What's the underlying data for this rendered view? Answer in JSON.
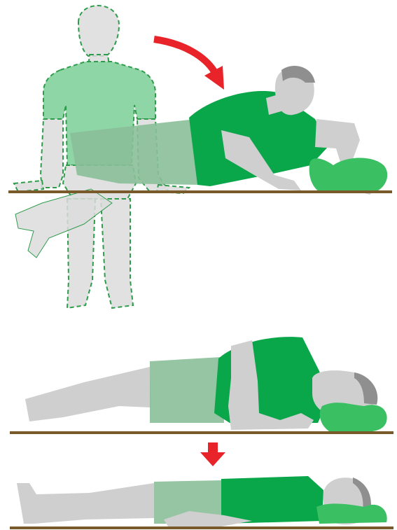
{
  "colors": {
    "background": "#ffffff",
    "skin": "#cfcfcf",
    "skin_ghost": "#dcdcdc",
    "hair": "#8f8f8f",
    "shirt": "#0aa64a",
    "shirt_ghost": "#8fd6a6",
    "shorts_ghost": "#8bbf99",
    "pillow": "#3bbf63",
    "outline_dashed": "#2f9c4c",
    "floor": "#7a5a2a",
    "arrow": "#e8232a"
  },
  "icons": {
    "step1_arrow": "curved-arrow-icon",
    "step2_arrow": "down-arrow-icon"
  },
  "panels": [
    {
      "id": "step-sit-to-side-lying"
    },
    {
      "id": "step-side-lying"
    },
    {
      "id": "step-back-lying"
    }
  ]
}
